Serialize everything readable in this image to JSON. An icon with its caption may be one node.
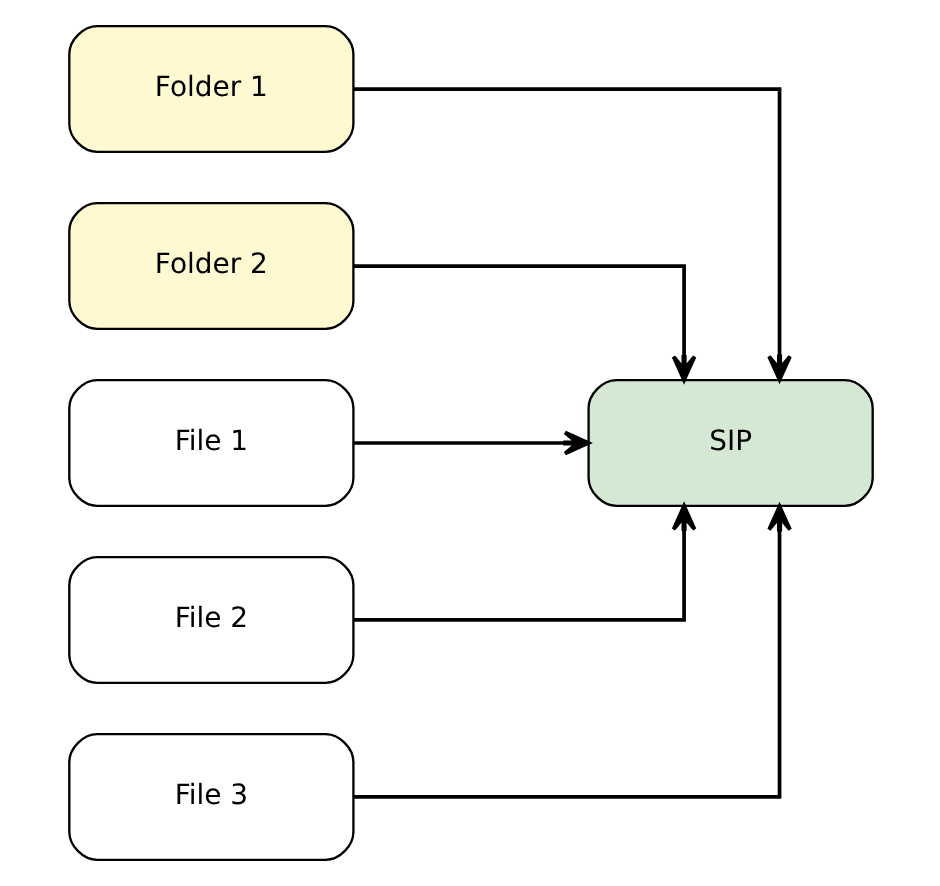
{
  "diagram": {
    "nodes": [
      {
        "text": [
          "Folder 1"
        ]
      },
      {
        "text": [
          "Folder 2"
        ]
      },
      {
        "text": [
          "File 1"
        ]
      },
      {
        "text": [
          "File 2"
        ]
      },
      {
        "text": [
          "File 3"
        ]
      },
      {
        "text": [
          "SIP"
        ]
      }
    ],
    "edges": [
      {
        "from": 0,
        "to": 5,
        "arrow": "to"
      },
      {
        "from": 1,
        "to": 5,
        "arrow": "to"
      },
      {
        "from": 2,
        "to": 5,
        "arrow": "to"
      },
      {
        "from": 3,
        "to": 5,
        "arrow": "to"
      },
      {
        "from": 4,
        "to": 5,
        "arrow": "to"
      }
    ]
  }
}
